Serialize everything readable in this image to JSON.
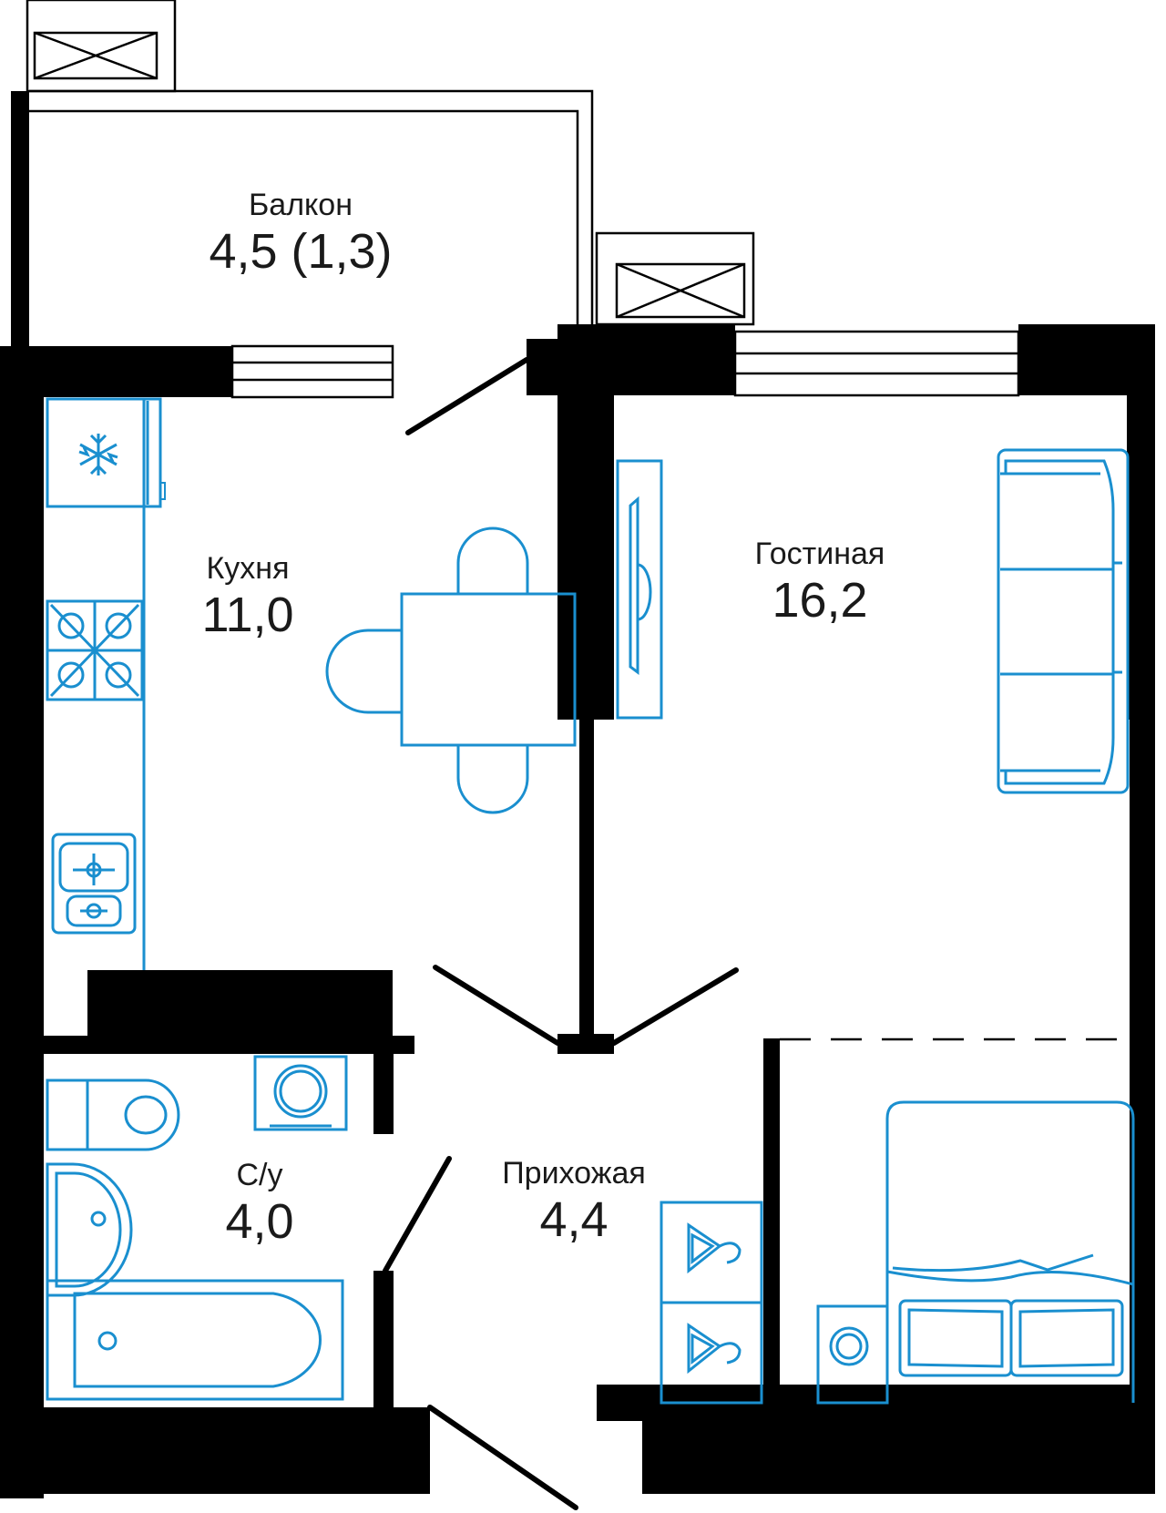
{
  "colors": {
    "wall": "#000000",
    "furniture": "#1a8fcf",
    "text": "#1a1a1a",
    "background": "#ffffff"
  },
  "rooms": {
    "balcony": {
      "name": "Балкон",
      "area": "4,5 (1,3)"
    },
    "kitchen": {
      "name": "Кухня",
      "area": "11,0"
    },
    "living": {
      "name": "Гостиная",
      "area": "16,2"
    },
    "bathroom": {
      "name": "С/у",
      "area": "4,0"
    },
    "hallway": {
      "name": "Прихожая",
      "area": "4,4"
    }
  },
  "icons": [
    "snowflake-icon",
    "cooktop-icon",
    "sink-icon",
    "toilet-icon",
    "washer-icon",
    "bathtub-icon",
    "hanger-icon",
    "sofa-icon",
    "bed-icon",
    "tv-icon"
  ]
}
